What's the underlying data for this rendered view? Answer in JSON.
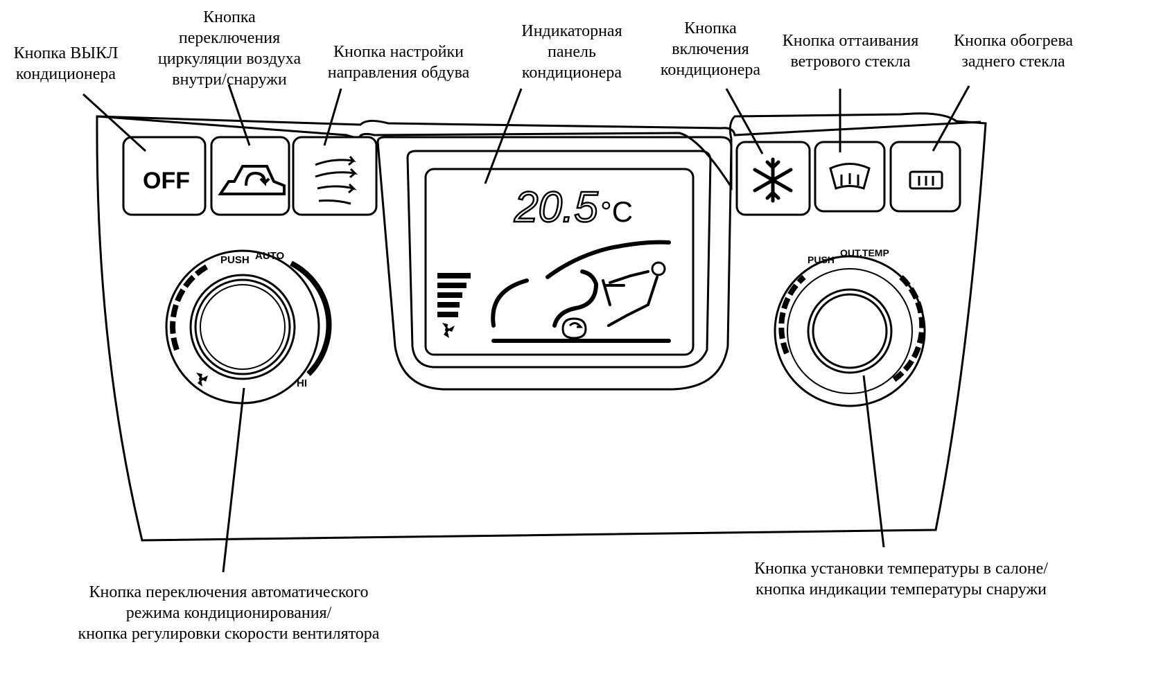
{
  "labels": {
    "off_button": "Кнопка ВЫКЛ\nкондиционера",
    "recirc_button": "Кнопка\nпереключения\nциркуляции воздуха\nвнутри/снаружи",
    "mode_button": "Кнопка настройки\nнаправления обдува",
    "display_panel": "Индикаторная\nпанель\nкондиционера",
    "ac_button": "Кнопка\nвключения\nкондиционера",
    "windshield_defrost": "Кнопка оттаивания\nветрового стекла",
    "rear_defog": "Кнопка обогрева\nзаднего стекла",
    "left_knob": "Кнопка переключения автоматического\nрежима кондиционирования/\nкнопка регулировки скорости вентилятора",
    "right_knob": "Кнопка установки температуры в салоне/\nкнопка индикации температуры снаружи"
  },
  "panel": {
    "off_text": "OFF",
    "display_temp": "20.5",
    "display_unit": "°C",
    "left_knob_push": "PUSH",
    "left_knob_auto": "AUTO",
    "left_knob_hi": "HI",
    "right_knob_push": "PUSH",
    "right_knob_out_temp": "OUT.TEMP"
  },
  "icons": [
    "snowflake-icon",
    "windshield-defrost-icon",
    "rear-defog-icon",
    "recirculation-icon",
    "airflow-direction-icon",
    "fan-icon"
  ]
}
